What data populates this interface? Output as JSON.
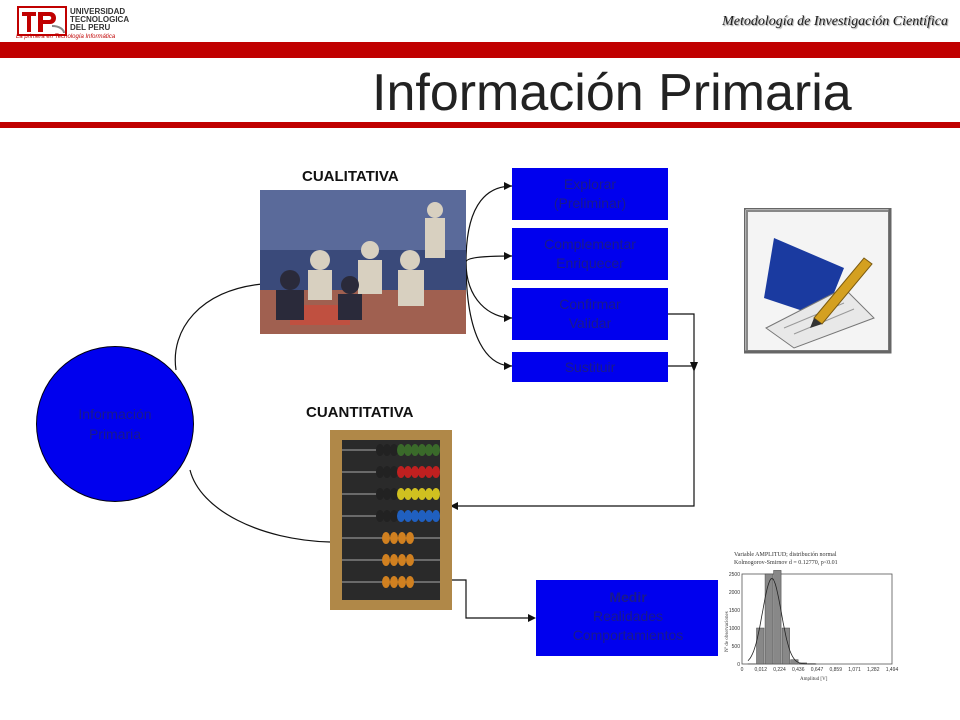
{
  "header": {
    "logo_line1": "UNIVERSIDAD",
    "logo_line2": "TECNOLOGICA",
    "logo_line3": "DEL PERU",
    "logo_tagline": "La primera en Tecnología Informática",
    "subtitle": "Metodología de Investigación Científica",
    "accent_color": "#c00000"
  },
  "title": "Información Primaria",
  "diagram": {
    "center_node": "Información\nPrimaria",
    "qualitative_label": "CUALITATIVA",
    "quantitative_label": "CUANTITATIVA",
    "qualitative_boxes": [
      {
        "label": "Explorar\n(Preliminar)"
      },
      {
        "label": "Complementar\nEnriquecer"
      },
      {
        "label": "Confirmar\nValidar"
      },
      {
        "label": "Sustituir"
      }
    ],
    "medir": {
      "title": "Medir",
      "line1": "Realidades",
      "line2": "Comportamientos"
    },
    "histogram": {
      "caption1": "Variable AMPLITUD; distribución normal",
      "caption2": "Kolmogorov-Smirnov d = 0.12770, p<0.01",
      "xlabel": "Amplitud [V]",
      "ylabel": "Nº de observaciones",
      "y_ticks": [
        "2500",
        "2000",
        "1500",
        "1000",
        "500",
        "0"
      ],
      "x_ticks": [
        "0",
        "0,012",
        "0,224",
        "0,436",
        "0,647",
        "0,859",
        "1,071",
        "1,282",
        "1,494"
      ],
      "values": [
        5,
        1000,
        2500,
        2600,
        1000,
        120,
        30,
        10
      ]
    },
    "box_color": "#0000ee",
    "text_color": "#1a1a8a"
  }
}
